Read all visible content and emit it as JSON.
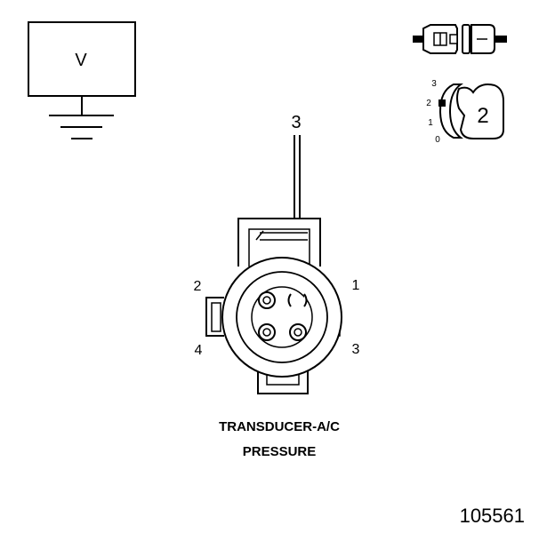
{
  "meter": {
    "symbol": "V"
  },
  "selector": {
    "positions": [
      "3",
      "2",
      "1",
      "0"
    ],
    "setting": "2"
  },
  "probe": {
    "pin": "3"
  },
  "connector": {
    "pin_labels": {
      "p1": "1",
      "p2": "2",
      "p3": "3",
      "p4": "4"
    },
    "name_line1": "TRANSDUCER-A/C",
    "name_line2": "PRESSURE"
  },
  "figure_number": "105561"
}
